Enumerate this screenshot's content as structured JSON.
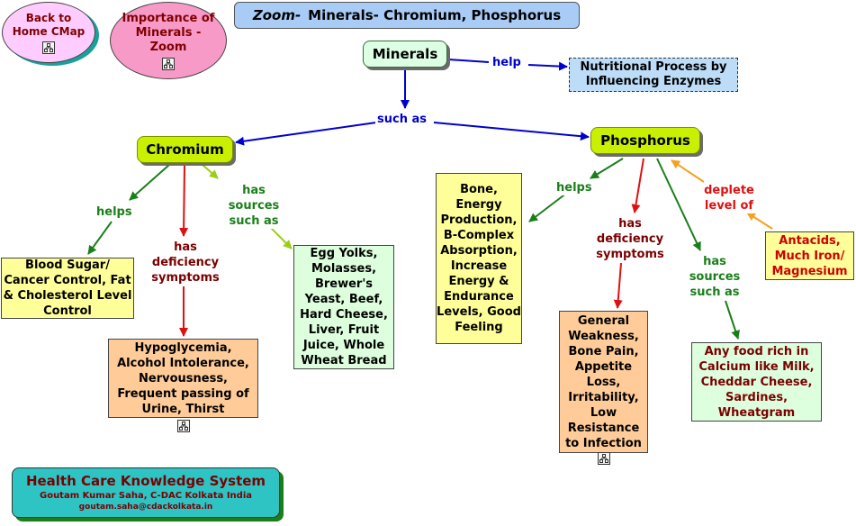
{
  "title": {
    "prefix": "Zoom-",
    "main": "Minerals- Chromium, Phosphorus"
  },
  "back_home": "Back to Home CMap",
  "importance": "Importance of Minerals - Zoom",
  "nodes": {
    "minerals": "Minerals",
    "nutritional": "Nutritional Process by Influencing Enzymes",
    "chromium": "Chromium",
    "phosphorus": "Phosphorus",
    "blood_sugar": "Blood Sugar/ Cancer Control, Fat & Cholesterol Level Control",
    "hypoglycemia": "Hypoglycemia, Alcohol Intolerance, Nervousness, Frequent passing of Urine, Thirst",
    "egg_yolks": "Egg Yolks, Molasses, Brewer's Yeast, Beef, Hard Cheese, Liver, Fruit Juice, Whole Wheat Bread",
    "bone": "Bone, Energy Production, B-Complex Absorption, Increase Energy & Endurance Levels, Good Feeling",
    "general_weakness": "General Weakness, Bone Pain, Appetite Loss, Irritability, Low Resistance to Infection",
    "any_food": "Any food rich in Calcium like Milk, Cheddar Cheese, Sardines, Wheatgram",
    "antacids": "Antacids, Much Iron/ Magnesium"
  },
  "links": {
    "help": "help",
    "such_as": "such as",
    "helps_left": "helps",
    "def_left": "has deficiency symptoms",
    "sources_left": "has sources such as",
    "helps_right": "helps",
    "def_right": "has deficiency symptoms",
    "sources_right": "has sources such as",
    "deplete": "deplete level of"
  },
  "footer": {
    "title": "Health Care Knowledge System",
    "author": "Goutam Kumar Saha, C-DAC Kolkata India",
    "email": "goutam.saha@cdackolkata.in"
  },
  "colors": {
    "blue": "#0000cc",
    "green": "#1a7f1a",
    "red": "#e01010",
    "lime_arrow": "#9acd1a",
    "orange": "#f5a020",
    "maroon": "#7a0000"
  }
}
